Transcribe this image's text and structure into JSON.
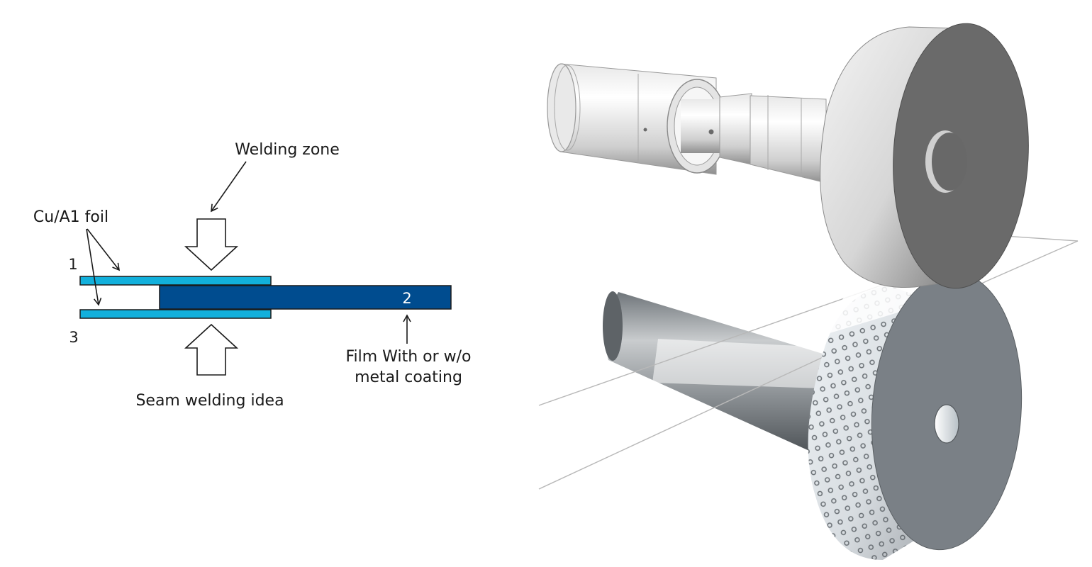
{
  "left_diagram": {
    "title": "Seam welding idea",
    "labels": {
      "welding_zone": "Welding zone",
      "foil": "Cu/A1 foil",
      "film_line1": "Film With or w/o",
      "film_line2": "metal coating",
      "caption": "Seam welding idea"
    },
    "numbers": {
      "top_foil": "1",
      "film": "2",
      "bottom_foil": "3"
    },
    "colors": {
      "foil": "#12b0dc",
      "film": "#004c8f",
      "outline": "#1a1a1a",
      "film_number": "#ffffff"
    }
  },
  "right_illustration": {
    "description": "3D render of ultrasonic seam welding: sonotrode wheel above film, knurled anvil wheel below",
    "parts": {
      "upper_assembly": "sonotrode with cylindrical converter body",
      "upper_wheel": "smooth sonotrode wheel",
      "lower_wheel": "knurled anvil wheel",
      "lower_shaft": "anvil shaft",
      "film": "transparent film sheet"
    },
    "colors": {
      "wheel_face_upper": "#6a6a6a",
      "wheel_face_lower": "#7a8086",
      "metal_light": "#f2f2f2",
      "metal_dark": "#8a8a8a",
      "film_edge": "#b8b8b8"
    }
  }
}
